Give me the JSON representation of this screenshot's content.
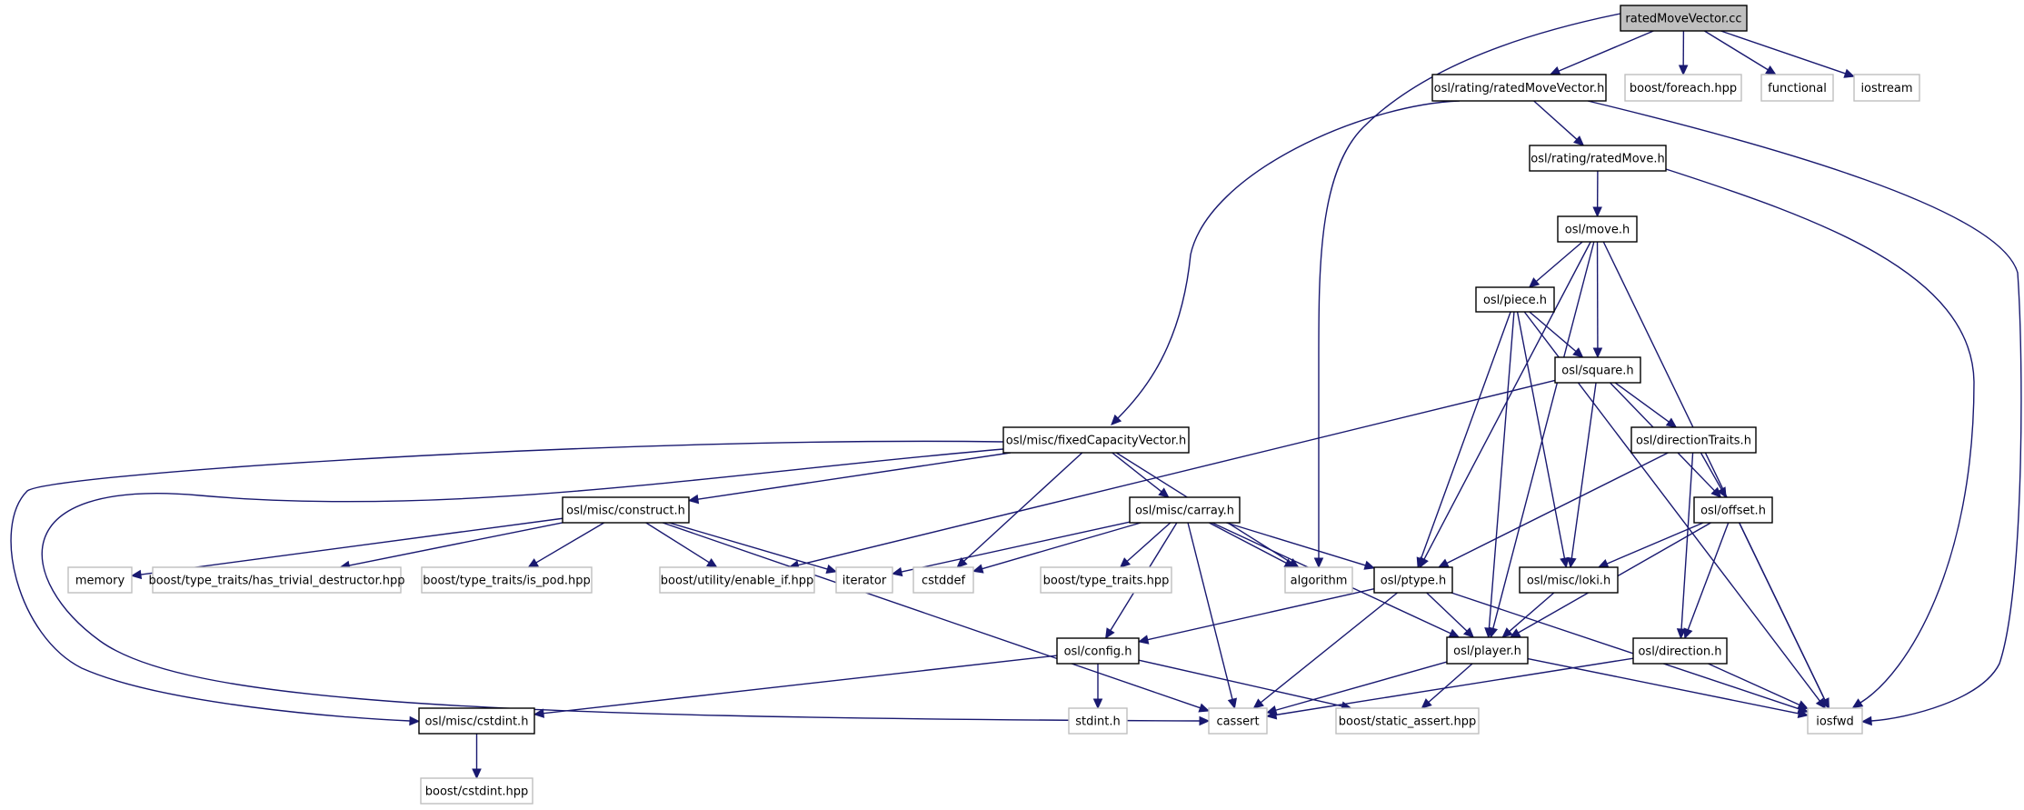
{
  "title": "ratedMoveVector.cc include dependency graph",
  "colors": {
    "edge": "#191970",
    "root_fill": "#bfbfbf",
    "internal_border": "#000000",
    "external_border": "#bfbfbf"
  },
  "nodes": [
    {
      "id": "root",
      "label": "ratedMoveVector.cc",
      "kind": "root"
    },
    {
      "id": "rmvh",
      "label": "osl/rating/ratedMoveVector.h",
      "kind": "internal"
    },
    {
      "id": "foreach",
      "label": "boost/foreach.hpp",
      "kind": "external"
    },
    {
      "id": "functional",
      "label": "functional",
      "kind": "external"
    },
    {
      "id": "iostream",
      "label": "iostream",
      "kind": "external"
    },
    {
      "id": "rmh",
      "label": "osl/rating/ratedMove.h",
      "kind": "internal"
    },
    {
      "id": "move",
      "label": "osl/move.h",
      "kind": "internal"
    },
    {
      "id": "piece",
      "label": "osl/piece.h",
      "kind": "internal"
    },
    {
      "id": "square",
      "label": "osl/square.h",
      "kind": "internal"
    },
    {
      "id": "fcv",
      "label": "osl/misc/fixedCapacityVector.h",
      "kind": "internal"
    },
    {
      "id": "dtraits",
      "label": "osl/directionTraits.h",
      "kind": "internal"
    },
    {
      "id": "construct",
      "label": "osl/misc/construct.h",
      "kind": "internal"
    },
    {
      "id": "carray",
      "label": "osl/misc/carray.h",
      "kind": "internal"
    },
    {
      "id": "offset",
      "label": "osl/offset.h",
      "kind": "internal"
    },
    {
      "id": "memory",
      "label": "memory",
      "kind": "external"
    },
    {
      "id": "htd",
      "label": "boost/type_traits/has_trivial_destructor.hpp",
      "kind": "external"
    },
    {
      "id": "ispod",
      "label": "boost/type_traits/is_pod.hpp",
      "kind": "external"
    },
    {
      "id": "enableif",
      "label": "boost/utility/enable_if.hpp",
      "kind": "external"
    },
    {
      "id": "iterator",
      "label": "iterator",
      "kind": "external"
    },
    {
      "id": "cstddef",
      "label": "cstddef",
      "kind": "external"
    },
    {
      "id": "typetraits",
      "label": "boost/type_traits.hpp",
      "kind": "external"
    },
    {
      "id": "algorithm",
      "label": "algorithm",
      "kind": "external"
    },
    {
      "id": "ptype",
      "label": "osl/ptype.h",
      "kind": "internal"
    },
    {
      "id": "loki",
      "label": "osl/misc/loki.h",
      "kind": "internal"
    },
    {
      "id": "config",
      "label": "osl/config.h",
      "kind": "internal"
    },
    {
      "id": "player",
      "label": "osl/player.h",
      "kind": "internal"
    },
    {
      "id": "direction",
      "label": "osl/direction.h",
      "kind": "internal"
    },
    {
      "id": "cstdint",
      "label": "osl/misc/cstdint.h",
      "kind": "internal"
    },
    {
      "id": "stdint",
      "label": "stdint.h",
      "kind": "external"
    },
    {
      "id": "cassert",
      "label": "cassert",
      "kind": "external"
    },
    {
      "id": "staticassert",
      "label": "boost/static_assert.hpp",
      "kind": "external"
    },
    {
      "id": "iosfwd",
      "label": "iosfwd",
      "kind": "external"
    },
    {
      "id": "bcstdint",
      "label": "boost/cstdint.hpp",
      "kind": "external"
    }
  ],
  "edges": [
    [
      "root",
      "rmvh"
    ],
    [
      "root",
      "foreach"
    ],
    [
      "root",
      "functional"
    ],
    [
      "root",
      "iostream"
    ],
    [
      "root",
      "algorithm"
    ],
    [
      "rmvh",
      "rmh"
    ],
    [
      "rmvh",
      "fcv"
    ],
    [
      "rmvh",
      "iosfwd"
    ],
    [
      "rmh",
      "move"
    ],
    [
      "rmh",
      "iosfwd"
    ],
    [
      "move",
      "piece"
    ],
    [
      "move",
      "square"
    ],
    [
      "move",
      "ptype"
    ],
    [
      "move",
      "player"
    ],
    [
      "move",
      "iosfwd"
    ],
    [
      "piece",
      "square"
    ],
    [
      "piece",
      "ptype"
    ],
    [
      "piece",
      "loki"
    ],
    [
      "piece",
      "player"
    ],
    [
      "piece",
      "iosfwd"
    ],
    [
      "square",
      "dtraits"
    ],
    [
      "square",
      "offset"
    ],
    [
      "square",
      "loki"
    ],
    [
      "square",
      "enableif"
    ],
    [
      "dtraits",
      "offset"
    ],
    [
      "dtraits",
      "ptype"
    ],
    [
      "dtraits",
      "direction"
    ],
    [
      "offset",
      "loki"
    ],
    [
      "offset",
      "player"
    ],
    [
      "offset",
      "direction"
    ],
    [
      "offset",
      "iosfwd"
    ],
    [
      "fcv",
      "construct"
    ],
    [
      "fcv",
      "carray"
    ],
    [
      "fcv",
      "cstddef"
    ],
    [
      "fcv",
      "algorithm"
    ],
    [
      "fcv",
      "cassert"
    ],
    [
      "fcv",
      "cstdint"
    ],
    [
      "construct",
      "memory"
    ],
    [
      "construct",
      "htd"
    ],
    [
      "construct",
      "ispod"
    ],
    [
      "construct",
      "enableif"
    ],
    [
      "construct",
      "iterator"
    ],
    [
      "construct",
      "cassert"
    ],
    [
      "carray",
      "iterator"
    ],
    [
      "carray",
      "cstddef"
    ],
    [
      "carray",
      "typetraits"
    ],
    [
      "carray",
      "algorithm"
    ],
    [
      "carray",
      "ptype"
    ],
    [
      "carray",
      "config"
    ],
    [
      "carray",
      "cassert"
    ],
    [
      "carray",
      "player"
    ],
    [
      "ptype",
      "player"
    ],
    [
      "ptype",
      "config"
    ],
    [
      "ptype",
      "cassert"
    ],
    [
      "ptype",
      "iosfwd"
    ],
    [
      "loki",
      "player"
    ],
    [
      "config",
      "cstdint"
    ],
    [
      "config",
      "stdint"
    ],
    [
      "config",
      "staticassert"
    ],
    [
      "player",
      "cassert"
    ],
    [
      "player",
      "staticassert"
    ],
    [
      "player",
      "iosfwd"
    ],
    [
      "direction",
      "cassert"
    ],
    [
      "direction",
      "iosfwd"
    ],
    [
      "cstdint",
      "bcstdint"
    ]
  ]
}
